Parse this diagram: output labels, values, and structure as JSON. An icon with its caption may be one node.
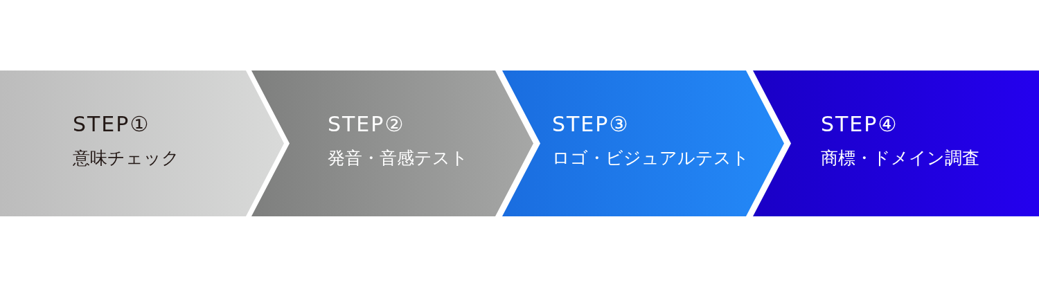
{
  "diagram": {
    "nodes": [
      {
        "text": [
          "STEP①",
          "意味チェック"
        ]
      },
      {
        "text": [
          "STEP②",
          "発音・音感テスト"
        ]
      },
      {
        "text": [
          "STEP③",
          "ロゴ・ビジュアルテスト"
        ]
      },
      {
        "text": [
          "STEP④",
          "商標・ドメイン調査"
        ]
      }
    ]
  }
}
